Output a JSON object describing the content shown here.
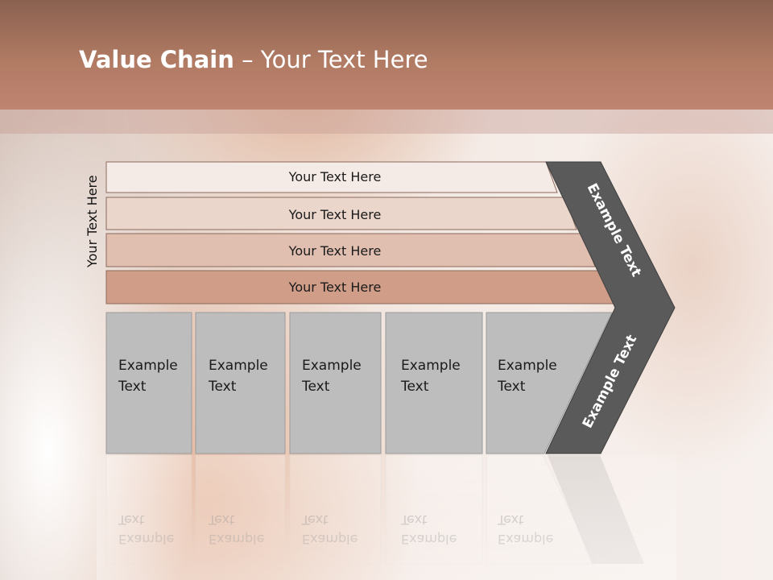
{
  "slide": {
    "title_bold": "Value Chain",
    "title_rest": " – Your Text Here",
    "side_label": "Your Text Here"
  },
  "rows": [
    {
      "label": "Your Text Here",
      "color": "#f5ebe6"
    },
    {
      "label": "Your Text Here",
      "color": "#ebd6cc"
    },
    {
      "label": "Your Text Here",
      "color": "#e0bfb0"
    },
    {
      "label": "Your Text Here",
      "color": "#cf9d88"
    }
  ],
  "boxes": [
    {
      "line1": "Example",
      "line2": "Text"
    },
    {
      "line1": "Example",
      "line2": "Text"
    },
    {
      "line1": "Example",
      "line2": "Text"
    },
    {
      "line1": "Example",
      "line2": "Text"
    },
    {
      "line1": "Example",
      "line2": "Text"
    }
  ],
  "chevron": {
    "upper_label": "Example Text",
    "lower_label": "Example Text",
    "color": "#5a5a5a"
  },
  "colors": {
    "box_fill": "#bdbdbd",
    "header": "#b07a63"
  }
}
